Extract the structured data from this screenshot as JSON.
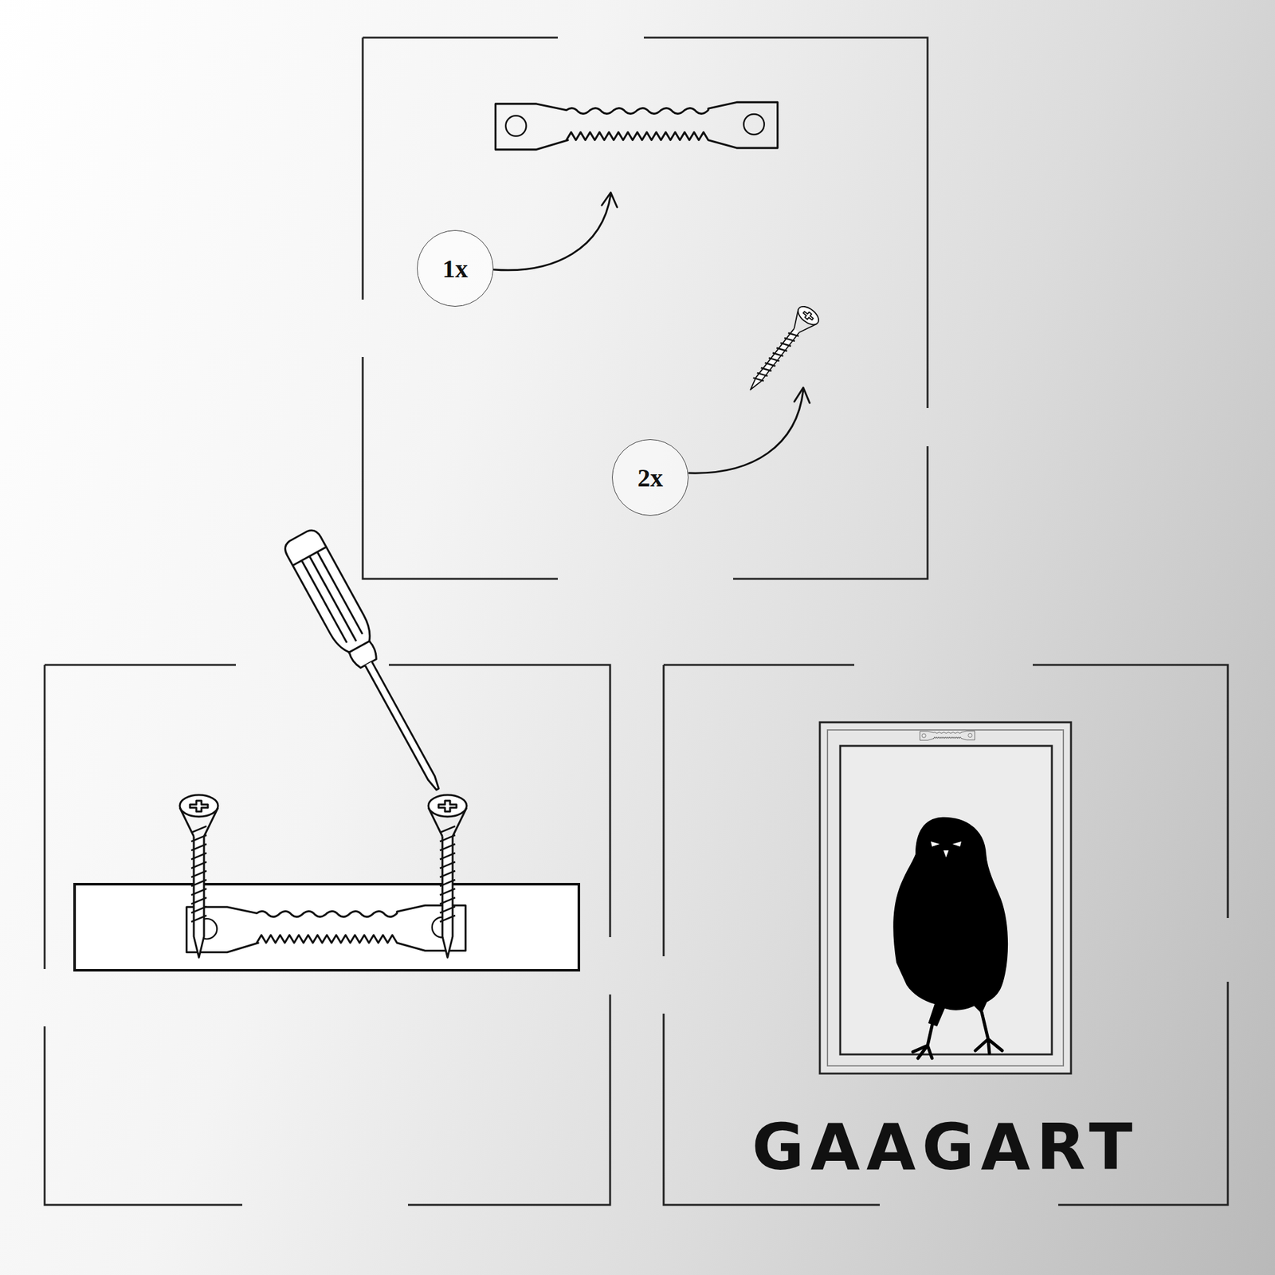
{
  "diagram": {
    "nodes": [
      {
        "text": [
          "1x"
        ]
      },
      {
        "text": [
          "2x"
        ]
      }
    ],
    "labels": [
      "GAAGART"
    ]
  }
}
